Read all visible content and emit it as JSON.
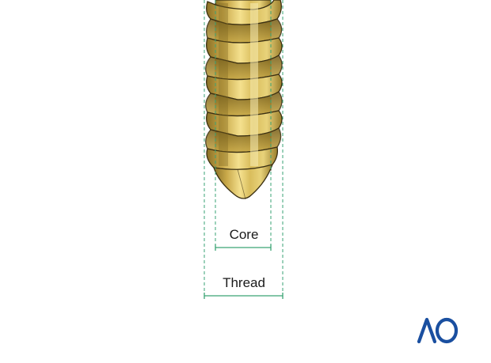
{
  "diagram": {
    "labels": {
      "core": "Core",
      "thread": "Thread"
    }
  },
  "logo": {
    "text": "AO",
    "color": "#1a4fa0"
  },
  "colors": {
    "dimension_line": "#3aa374",
    "screw_light": "#e9cf74",
    "screw_mid": "#c9a94a",
    "screw_dark": "#8a7026",
    "outline": "#3a2f12"
  }
}
